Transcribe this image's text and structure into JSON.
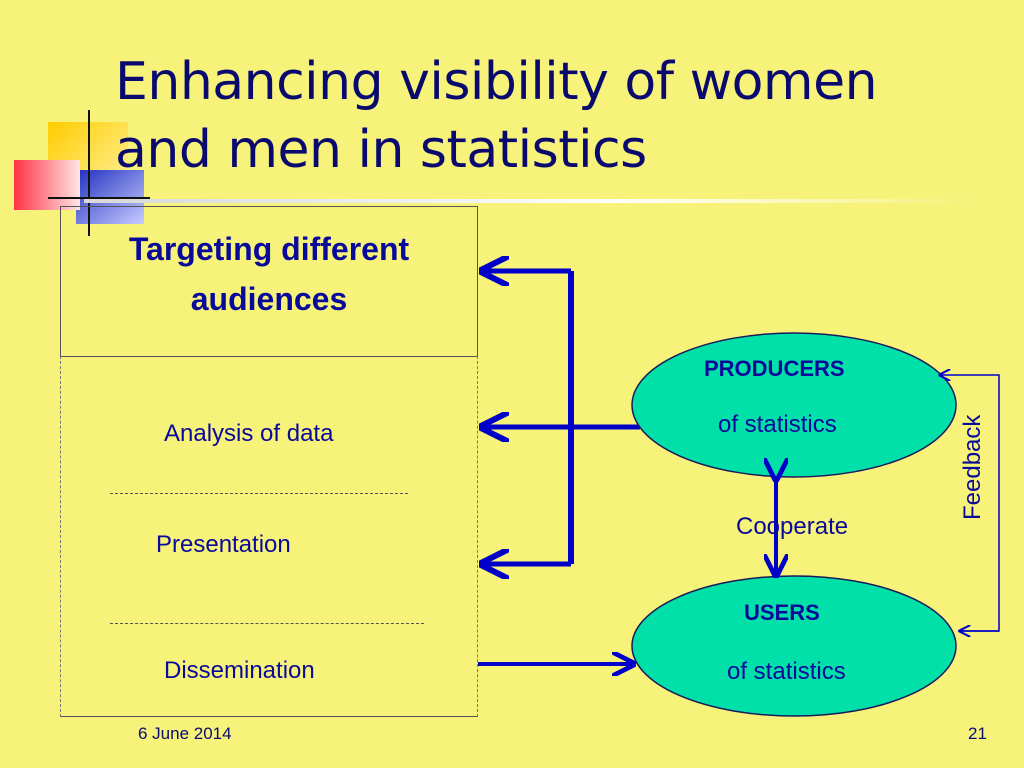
{
  "slide": {
    "title_line1": "Enhancing visibility of women",
    "title_line2": "and men in statistics",
    "date": "6 June 2014",
    "page_number": "21"
  },
  "left_box": {
    "heading_line1": "Targeting different",
    "heading_line2": "audiences",
    "items": [
      "Analysis of data",
      "Presentation",
      "Dissemination"
    ]
  },
  "producers": {
    "title": "PRODUCERS",
    "subtitle": "of statistics"
  },
  "users": {
    "title": "USERS",
    "subtitle": "of statistics"
  },
  "links": {
    "cooperate": "Cooperate",
    "feedback": "Feedback"
  },
  "colors": {
    "background": "#f6f27a",
    "text": "#0a0a9a",
    "ellipse_fill": "#00e0a8",
    "arrow": "#0000c8"
  }
}
